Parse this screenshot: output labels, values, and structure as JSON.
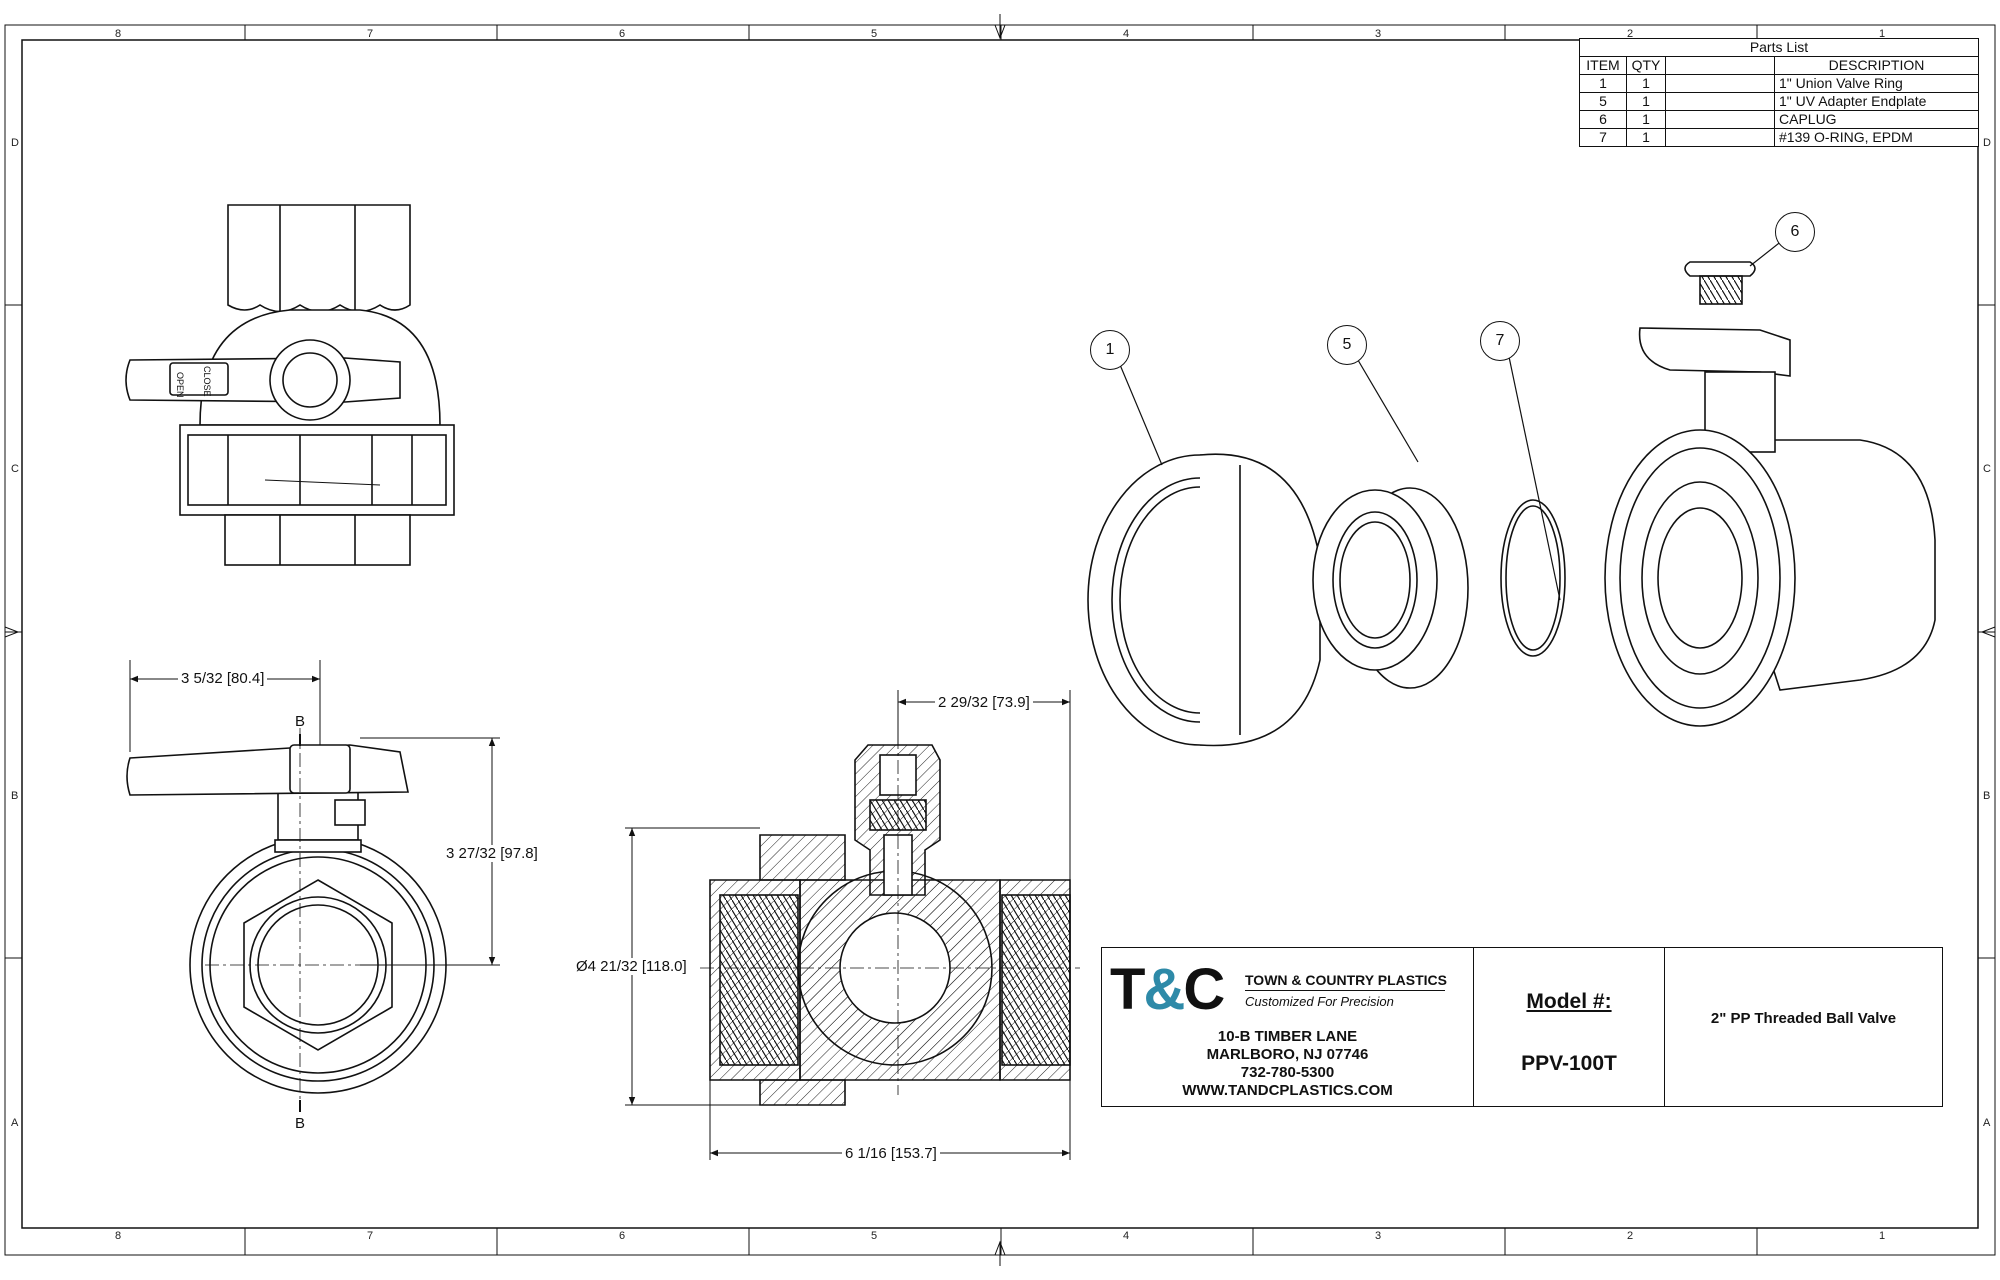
{
  "drawing": {
    "zone_numbers": [
      "8",
      "7",
      "6",
      "5",
      "4",
      "3",
      "2",
      "1"
    ],
    "zone_letters": [
      "D",
      "C",
      "B",
      "A"
    ]
  },
  "parts_list": {
    "title": "Parts List",
    "headers": [
      "ITEM",
      "QTY",
      "",
      "DESCRIPTION"
    ],
    "rows": [
      {
        "item": "1",
        "qty": "1",
        "description": "1\" Union Valve Ring"
      },
      {
        "item": "5",
        "qty": "1",
        "description": "1\" UV Adapter Endplate"
      },
      {
        "item": "6",
        "qty": "1",
        "description": "CAPLUG"
      },
      {
        "item": "7",
        "qty": "1",
        "description": "#139 O-RING, EPDM"
      }
    ]
  },
  "balloons": [
    "1",
    "5",
    "7",
    "6"
  ],
  "dimensions": {
    "width_top": "3 5/32 [80.4]",
    "height_side": "3 27/32 [97.8]",
    "stem_offset": "2 29/32 [73.9]",
    "diameter": "Ø4 21/32 [118.0]",
    "length": "6 1/16 [153.7]"
  },
  "section_label": "B",
  "handle_text": {
    "open": "OPEN",
    "close": "CLOSE"
  },
  "title_block": {
    "logo_t1": "T",
    "logo_amp": "&",
    "logo_t2": "C",
    "company_name": "TOWN & COUNTRY PLASTICS",
    "tagline": "Customized For Precision",
    "address1": "10-B TIMBER LANE",
    "address2": "MARLBORO, NJ 07746",
    "phone": "732-780-5300",
    "website": "WWW.TANDCPLASTICS.COM",
    "model_label": "Model #:",
    "model_number": "PPV-100T",
    "description": "2\" PP Threaded Ball Valve"
  }
}
